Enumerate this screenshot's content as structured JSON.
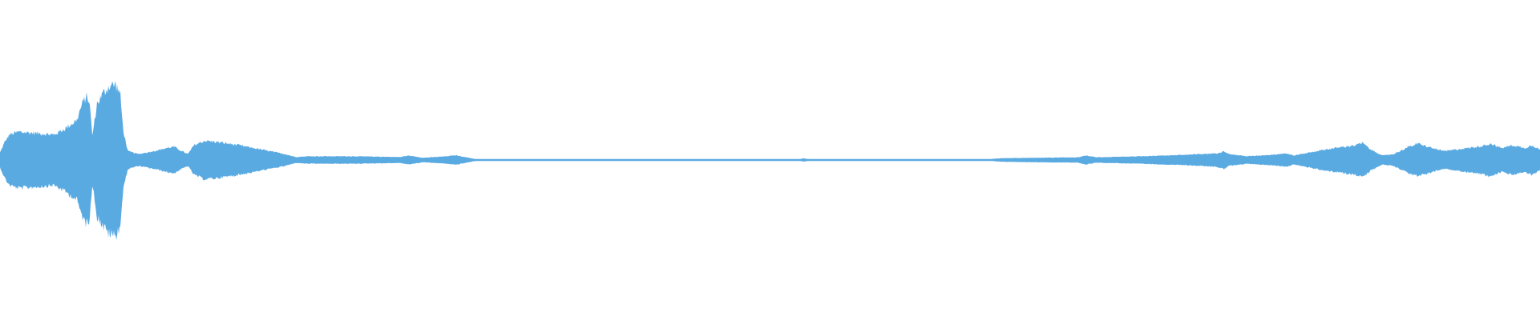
{
  "waveform": {
    "color": "#5aaae2",
    "background": "#ffffff",
    "envelope": [
      [
        0.0,
        0.05
      ],
      [
        0.003,
        0.12
      ],
      [
        0.006,
        0.17
      ],
      [
        0.012,
        0.19
      ],
      [
        0.025,
        0.18
      ],
      [
        0.035,
        0.17
      ],
      [
        0.042,
        0.21
      ],
      [
        0.046,
        0.24
      ],
      [
        0.05,
        0.27
      ],
      [
        0.053,
        0.37
      ],
      [
        0.056,
        0.43
      ],
      [
        0.058,
        0.4
      ],
      [
        0.06,
        0.16
      ],
      [
        0.063,
        0.38
      ],
      [
        0.067,
        0.45
      ],
      [
        0.071,
        0.5
      ],
      [
        0.075,
        0.51
      ],
      [
        0.078,
        0.45
      ],
      [
        0.08,
        0.2
      ],
      [
        0.083,
        0.06
      ],
      [
        0.09,
        0.04
      ],
      [
        0.1,
        0.06
      ],
      [
        0.108,
        0.08
      ],
      [
        0.113,
        0.09
      ],
      [
        0.118,
        0.06
      ],
      [
        0.122,
        0.04
      ],
      [
        0.126,
        0.1
      ],
      [
        0.133,
        0.13
      ],
      [
        0.142,
        0.12
      ],
      [
        0.155,
        0.1
      ],
      [
        0.17,
        0.07
      ],
      [
        0.185,
        0.04
      ],
      [
        0.192,
        0.02
      ],
      [
        0.2,
        0.025
      ],
      [
        0.23,
        0.025
      ],
      [
        0.26,
        0.02
      ],
      [
        0.265,
        0.03
      ],
      [
        0.275,
        0.015
      ],
      [
        0.29,
        0.025
      ],
      [
        0.296,
        0.032
      ],
      [
        0.302,
        0.02
      ],
      [
        0.31,
        0.004
      ],
      [
        0.34,
        0.003
      ],
      [
        0.4,
        0.003
      ],
      [
        0.48,
        0.003
      ],
      [
        0.518,
        0.003
      ],
      [
        0.522,
        0.012
      ],
      [
        0.526,
        0.003
      ],
      [
        0.57,
        0.003
      ],
      [
        0.6,
        0.003
      ],
      [
        0.64,
        0.004
      ],
      [
        0.65,
        0.012
      ],
      [
        0.68,
        0.016
      ],
      [
        0.7,
        0.018
      ],
      [
        0.705,
        0.03
      ],
      [
        0.712,
        0.018
      ],
      [
        0.74,
        0.025
      ],
      [
        0.77,
        0.035
      ],
      [
        0.79,
        0.045
      ],
      [
        0.795,
        0.06
      ],
      [
        0.798,
        0.04
      ],
      [
        0.81,
        0.025
      ],
      [
        0.825,
        0.035
      ],
      [
        0.835,
        0.045
      ],
      [
        0.84,
        0.03
      ],
      [
        0.86,
        0.07
      ],
      [
        0.88,
        0.1
      ],
      [
        0.885,
        0.115
      ],
      [
        0.89,
        0.07
      ],
      [
        0.898,
        0.03
      ],
      [
        0.905,
        0.04
      ],
      [
        0.915,
        0.09
      ],
      [
        0.921,
        0.11
      ],
      [
        0.93,
        0.08
      ],
      [
        0.938,
        0.06
      ],
      [
        0.945,
        0.07
      ],
      [
        0.96,
        0.09
      ],
      [
        0.968,
        0.11
      ],
      [
        0.975,
        0.08
      ],
      [
        0.982,
        0.1
      ],
      [
        0.99,
        0.08
      ],
      [
        0.995,
        0.1
      ],
      [
        1.0,
        0.07
      ]
    ]
  }
}
